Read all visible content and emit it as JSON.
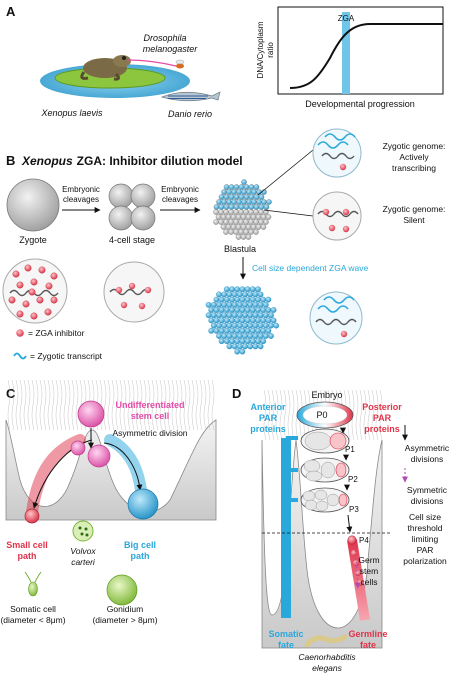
{
  "panel_a": {
    "letter": "A",
    "species": {
      "drosophila_1": "Drosophila",
      "drosophila_2": "melanogaster",
      "xenopus": "Xenopus laevis",
      "danio": "Danio rerio"
    },
    "plot": {
      "zga_label": "ZGA",
      "y_label_1": "DNA/Cytoplasm",
      "y_label_2": "ratio",
      "x_label": "Developmental progression"
    }
  },
  "panel_b": {
    "letter": "B",
    "title_species": "Xenopus",
    "title_rest": "ZGA: Inhibitor dilution model",
    "stages": {
      "zygote": "Zygote",
      "four_cell": "4-cell stage",
      "blastula": "Blastula"
    },
    "arrow_labels": {
      "a1_line1": "Embryonic",
      "a1_line2": "cleavages",
      "a2_line1": "Embryonic",
      "a2_line2": "cleavages"
    },
    "zygotic_active_1": "Zygotic genome:",
    "zygotic_active_2": "Actively",
    "zygotic_active_3": "transcribing",
    "zygotic_silent_1": "Zygotic genome:",
    "zygotic_silent_2": "Silent",
    "wave_label": "Cell size dependent ZGA wave",
    "legend_inhibitor": "= ZGA inhibitor",
    "legend_transcript": "= Zygotic transcript"
  },
  "panel_c": {
    "letter": "C",
    "undiff_1": "Undifferentiated",
    "undiff_2": "stem cell",
    "asymmetric": "Asymmetric division",
    "small_path_1": "Small cell",
    "small_path_2": "path",
    "big_path_1": "Big cell",
    "big_path_2": "path",
    "volvox_1": "Volvox",
    "volvox_2": "carteri",
    "somatic_1": "Somatic cell",
    "somatic_2": "(diameter < 8μm)",
    "gonidium_1": "Gonidium",
    "gonidium_2": "(diameter > 8μm)"
  },
  "panel_d": {
    "letter": "D",
    "embryo": "Embryo",
    "anterior_1": "Anterior",
    "anterior_2": "PAR",
    "anterior_3": "proteins",
    "posterior_1": "Posterior",
    "posterior_2": "PAR",
    "posterior_3": "proteins",
    "p0": "P0",
    "p1": "P1",
    "p2": "P2",
    "p3": "P3",
    "p4": "P4",
    "asym_1": "Asymmetric",
    "asym_2": "divisions",
    "sym_1": "Symmetric",
    "sym_2": "divisions",
    "thresh_1": "Cell size",
    "thresh_2": "threshold",
    "thresh_3": "limiting",
    "thresh_4": "PAR",
    "thresh_5": "polarization",
    "germ_1": "Germ",
    "germ_2": "stem",
    "germ_3": "cells",
    "somatic_fate_1": "Somatic",
    "somatic_fate_2": "fate",
    "germline_fate_1": "Germline",
    "germline_fate_2": "fate",
    "species_1": "Caenorhabditis",
    "species_2": "elegans"
  },
  "colors": {
    "blue": "#29a8dc",
    "red": "#e0344a",
    "magenta": "#e64aa8",
    "green": "#8cc63f",
    "gray": "#bdbdbd"
  }
}
